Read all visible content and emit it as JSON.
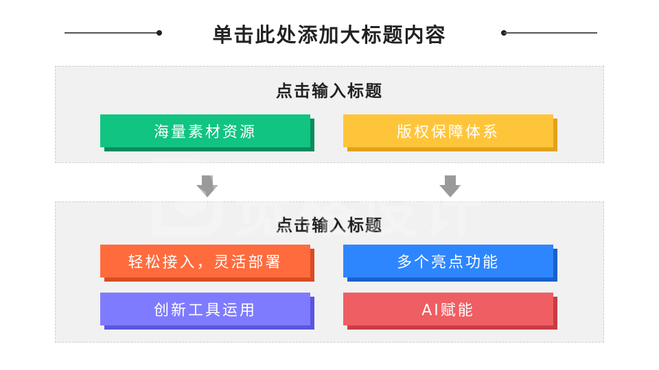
{
  "header": {
    "title": "单击此处添加大标题内容"
  },
  "panel1": {
    "title": "点击输入标题",
    "cards": [
      {
        "label": "海量素材资源",
        "color": "#11c481",
        "shadow": "#0b8c5c"
      },
      {
        "label": "版权保障体系",
        "color": "#ffc53a",
        "shadow": "#e2a21a"
      }
    ]
  },
  "panel2": {
    "title": "点击输入标题",
    "cards": [
      {
        "label": "轻松接入，灵活部署",
        "color": "#ff6b3d",
        "shadow": "#d84c22"
      },
      {
        "label": "多个亮点功能",
        "color": "#2e86ff",
        "shadow": "#1a5fd0"
      },
      {
        "label": "创新工具运用",
        "color": "#7f7bff",
        "shadow": "#5a55e0"
      },
      {
        "label": "AI赋能",
        "color": "#ee5e63",
        "shadow": "#c93c42"
      }
    ]
  },
  "watermark": {
    "text": "觉格设计"
  }
}
